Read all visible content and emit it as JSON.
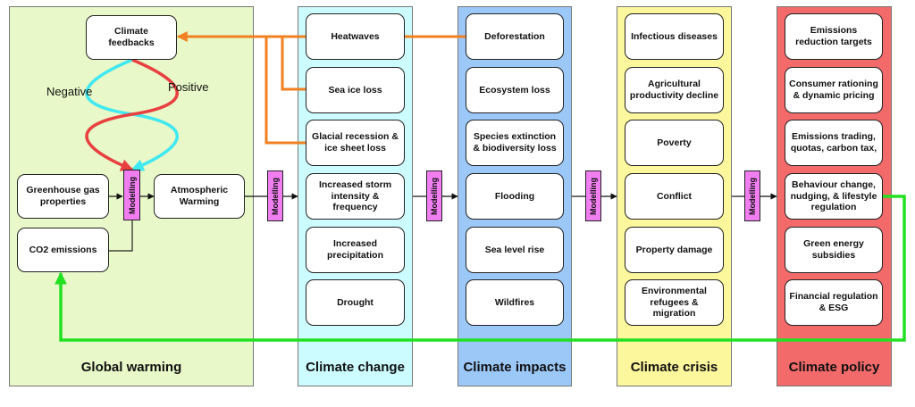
{
  "panels": {
    "global_warming": {
      "title": "Global warming",
      "color": "#e8f8c8",
      "climate_feedbacks": "Climate feedbacks",
      "negative_label": "Negative",
      "positive_label": "Positive",
      "greenhouse_gas": "Greenhouse gas properties",
      "co2_emissions": "CO2 emissions",
      "atmospheric_warming": "Atmospheric Warming"
    },
    "climate_change": {
      "title": "Climate change",
      "color": "#ccfcff",
      "items": [
        "Heatwaves",
        "Sea ice loss",
        "Glacial recession & ice sheet loss",
        "Increased storm intensity & frequency",
        "Increased precipitation",
        "Drought"
      ]
    },
    "climate_impacts": {
      "title": "Climate impacts",
      "color": "#9cc8f8",
      "items": [
        "Deforestation",
        "Ecosystem loss",
        "Species extinction & biodiversity loss",
        "Flooding",
        "Sea level rise",
        "Wildfires"
      ]
    },
    "climate_crisis": {
      "title": "Climate crisis",
      "color": "#fcf69c",
      "items": [
        "Infectious diseases",
        "Agricultural productivity decline",
        "Poverty",
        "Conflict",
        "Property damage",
        "Environmental refugees & migration"
      ]
    },
    "climate_policy": {
      "title": "Climate policy",
      "color": "#f26a6a",
      "items": [
        "Emissions reduction targets",
        "Consumer rationing & dynamic pricing",
        "Emissions trading, quotas, carbon tax,",
        "Behaviour change, nudging, & lifestyle regulation",
        "Green energy subsidies",
        "Financial regulation & ESG"
      ]
    }
  },
  "modeling_label": "Modelling",
  "colors": {
    "feedback_arrow": "#f08020",
    "loop_arrow": "#22e022",
    "negative_curve": "#e84040",
    "positive_curve": "#40e8f0",
    "modeling_tag": "#f07ef0"
  }
}
